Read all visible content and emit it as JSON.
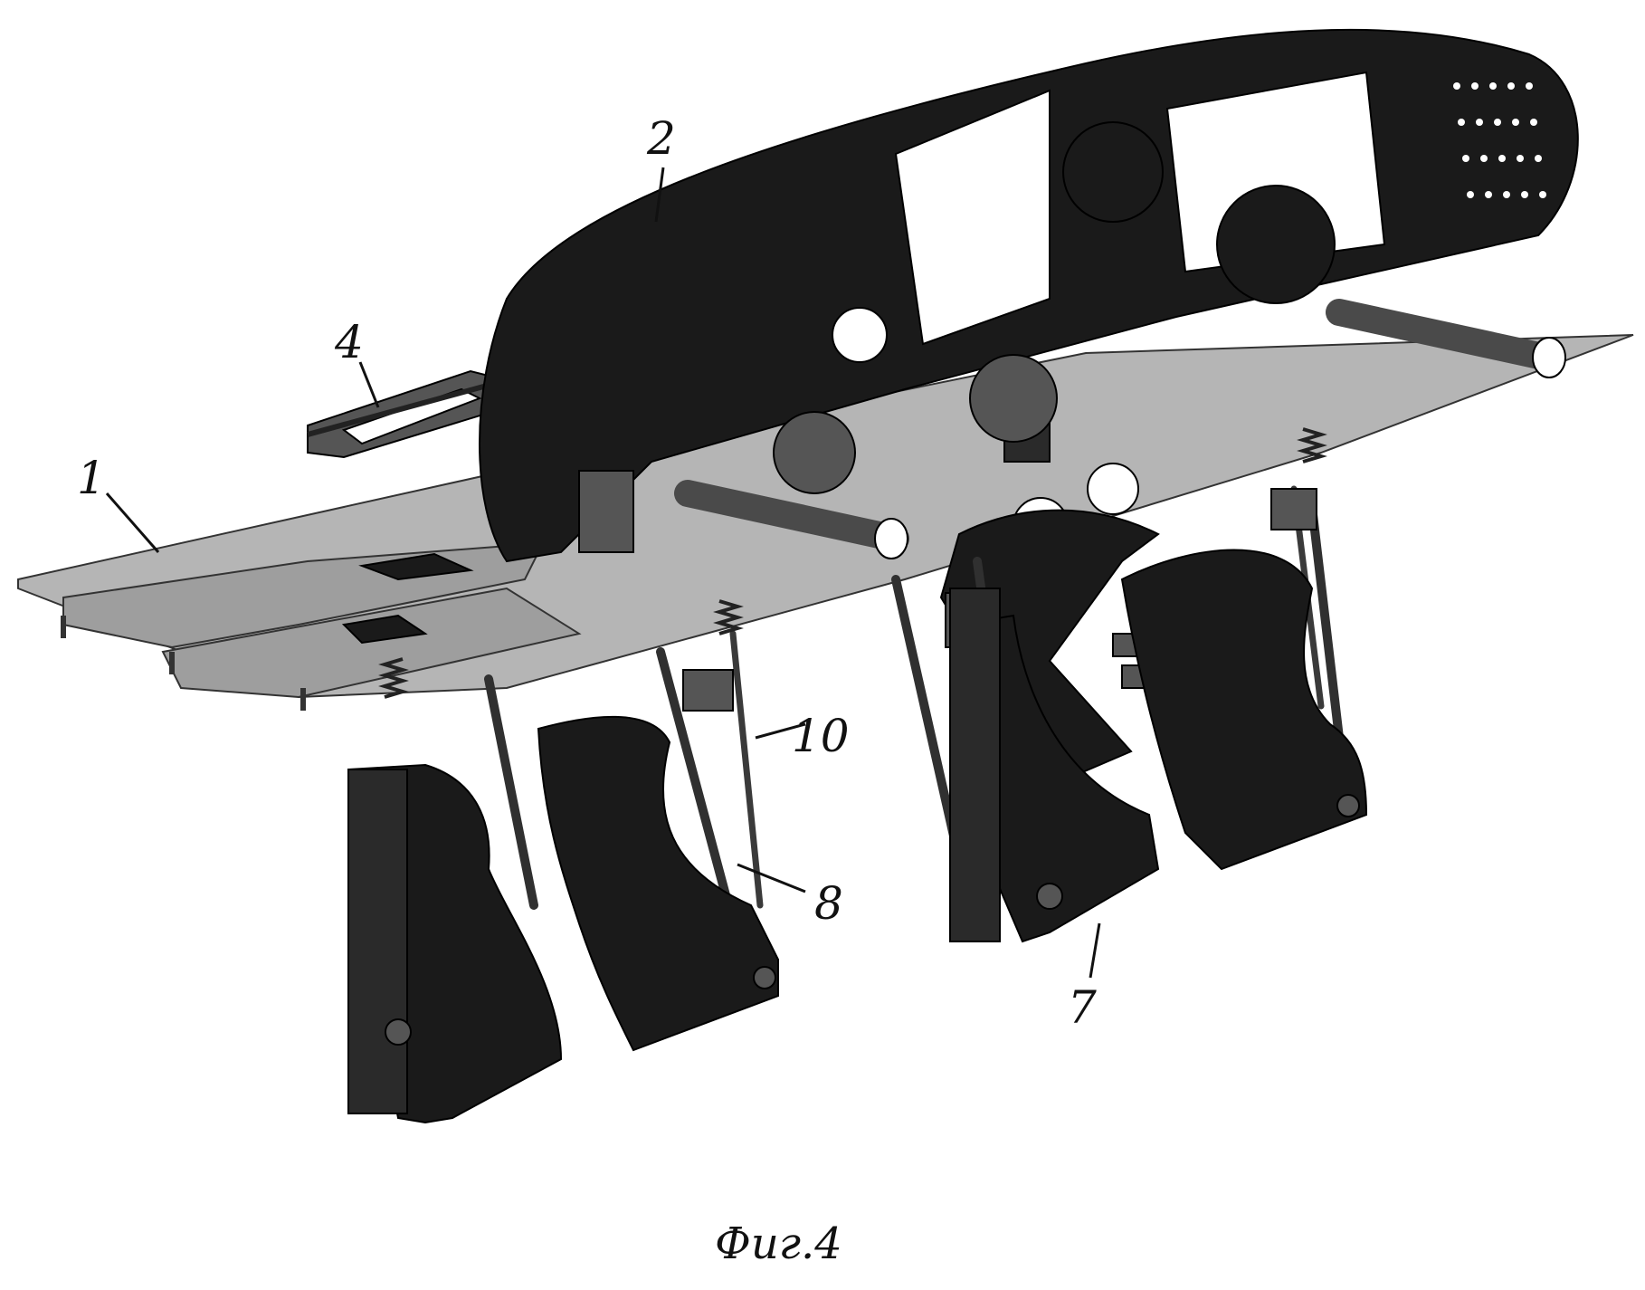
{
  "figure": {
    "caption": "Фиг.4",
    "labels": {
      "floor": "1",
      "panel": "2",
      "frame": "4",
      "pedals": "7",
      "rod": "8",
      "damper": "10"
    }
  }
}
